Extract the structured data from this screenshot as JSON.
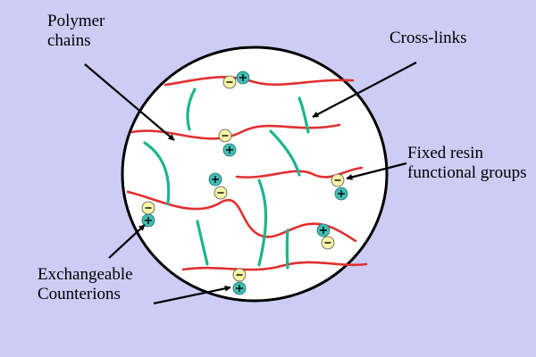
{
  "labels": {
    "polymer_chains": [
      "Polymer",
      "chains"
    ],
    "cross_links": "Cross-links",
    "fixed_groups": [
      "Fixed resin",
      "functional groups"
    ],
    "counterions": [
      "Exchangeable",
      "Counterions"
    ]
  },
  "ion_signs": {
    "negative": "-",
    "positive": "+"
  },
  "colors": {
    "background": "#ccccf5",
    "bead_fill": "#ffffff",
    "polymer_chain": "#e03030",
    "cross_link": "#1eb58c",
    "fixed_group": "#f7f4a6",
    "counterion": "#3fbfb4",
    "arrow": "#000000"
  }
}
